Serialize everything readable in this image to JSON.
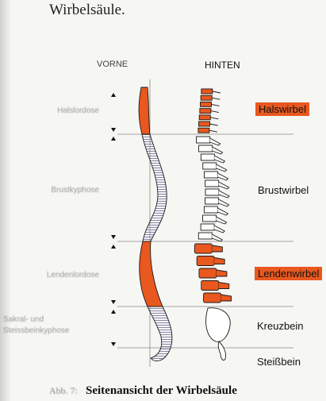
{
  "header_text": "Wirbelsäule.",
  "column_headers": {
    "front": "VORNE",
    "back": "HINTEN"
  },
  "left_labels": {
    "cervical": "Halslordose",
    "thoracic": "Brustkyphose",
    "lumbar": "Lendenlordose",
    "sacral_line1": "Sakral- und",
    "sacral_line2": "Steissbeinkyphose"
  },
  "right_labels": {
    "cervical": "Halswirbel",
    "thoracic": "Brustwirbel",
    "lumbar": "Lendenwirbel",
    "sacrum": "Kreuzbein",
    "coccyx": "Steißbein"
  },
  "caption": {
    "prefix": "Abb. 7:",
    "text": "Seitenansicht der Wirbelsäule"
  },
  "colors": {
    "highlight": "#e8581f",
    "outline": "#1a1a1a",
    "line": "#888888",
    "hatch": "#6a6a9a"
  }
}
